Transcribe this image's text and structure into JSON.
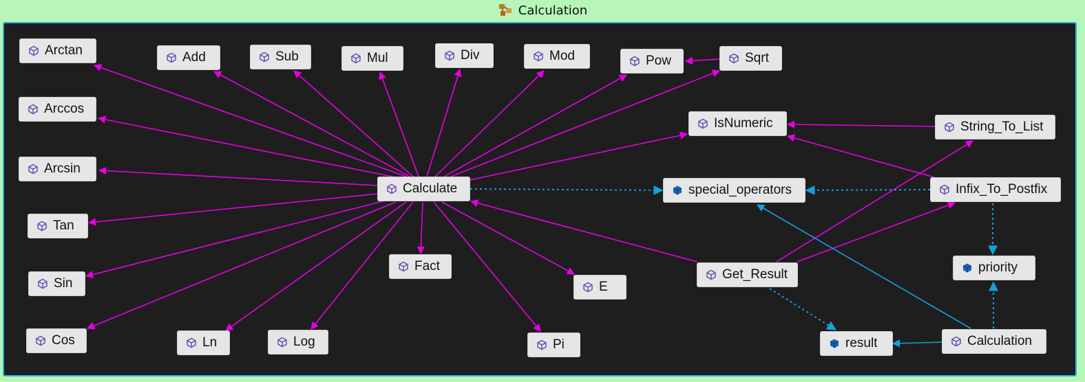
{
  "window": {
    "title": "Calculation"
  },
  "colors": {
    "dependency": "#e600e6",
    "reference": "#13a0e0",
    "method_icon": "#6a4fb3",
    "field_icon": "#1d62b5"
  },
  "nodes": {
    "arctan": "Arctan",
    "add": "Add",
    "sub": "Sub",
    "mul": "Mul",
    "div": "Div",
    "mod": "Mod",
    "pow": "Pow",
    "sqrt": "Sqrt",
    "arccos": "Arccos",
    "isnumeric": "IsNumeric",
    "string_to_list": "String_To_List",
    "arcsin": "Arcsin",
    "calculate": "Calculate",
    "special_operators": "special_operators",
    "infix_to_postfix": "Infix_To_Postfix",
    "tan": "Tan",
    "fact": "Fact",
    "priority": "priority",
    "sin": "Sin",
    "e": "E",
    "get_result": "Get_Result",
    "cos": "Cos",
    "ln": "Ln",
    "log": "Log",
    "pi": "Pi",
    "result": "result",
    "calculation": "Calculation"
  }
}
